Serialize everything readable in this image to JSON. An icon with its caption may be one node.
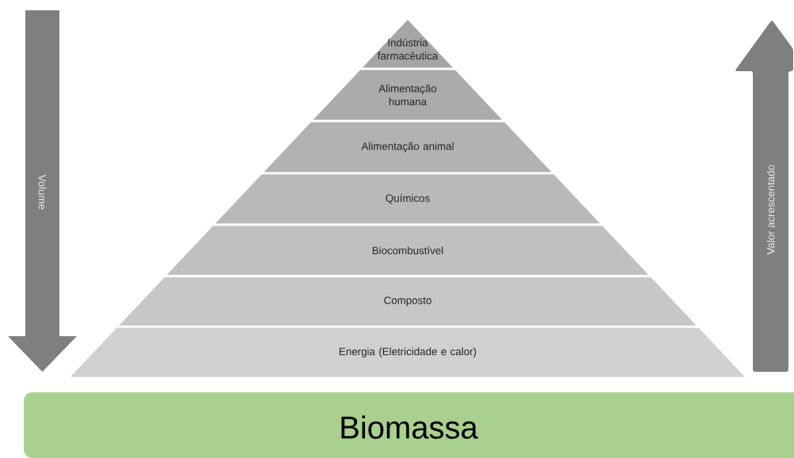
{
  "diagram": {
    "nodes": [
      {
        "text": [
          "Volume"
        ]
      },
      {
        "text": [
          "Indústria farmacêutica"
        ]
      },
      {
        "text": [
          "Alimentação humana"
        ]
      },
      {
        "text": [
          "Alimentação animal"
        ]
      },
      {
        "text": [
          "Químicos"
        ]
      },
      {
        "text": [
          "Biocombustível"
        ]
      },
      {
        "text": [
          "Composto"
        ]
      },
      {
        "text": [
          "Energia (Eletricidade e calor)"
        ]
      },
      {
        "text": [
          "Valor acrescentado"
        ]
      },
      {
        "text": [
          "Biomassa"
        ]
      }
    ]
  }
}
